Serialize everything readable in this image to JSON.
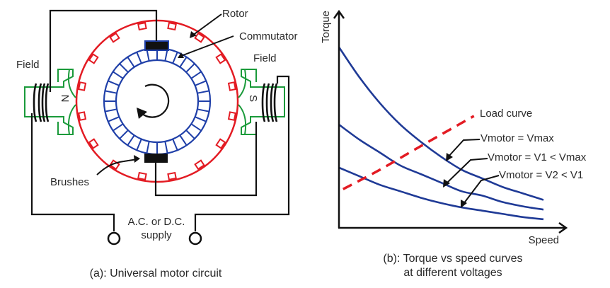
{
  "panel_a": {
    "caption": "(a):  Universal motor circuit",
    "labels": {
      "rotor": "Rotor",
      "commutator": "Commutator",
      "field_left": "Field",
      "field_right": "Field",
      "brushes": "Brushes",
      "pole_north": "N",
      "pole_south": "S",
      "supply_line1": "A.C. or D.C.",
      "supply_line2": "supply"
    },
    "icons": [
      "rotation-arrow-icon",
      "supply-terminal-icon"
    ],
    "colors": {
      "rotor": "#e31b23",
      "commutator": "#1f3fa8",
      "field_pole": "#1a9a3a",
      "wire": "#111111"
    },
    "counts": {
      "rotor_slots": 16,
      "commutator_segments": 32,
      "coil_turns": 4
    }
  },
  "panel_b": {
    "caption_line1": "(b):  Torque vs speed curves",
    "caption_line2": "at different voltages",
    "annotations": {
      "load": "Load curve",
      "vmax": "Vmotor = Vmax",
      "v1": "Vmotor = V1 < Vmax",
      "v2": "Vmotor = V2 < V1"
    }
  },
  "chart_data": {
    "type": "line",
    "title": "Torque vs speed curves at different voltages",
    "xlabel": "Speed",
    "ylabel": "Torque",
    "xlim": [
      0,
      1
    ],
    "ylim": [
      0,
      1
    ],
    "grid": false,
    "legend": "none (direct annotations, right)",
    "units": "normalized (no tick labels shown)",
    "series": [
      {
        "name": "Vmotor = Vmax",
        "style": "solid",
        "color": "#1f3a96",
        "x": [
          0,
          0.1,
          0.2,
          0.3,
          0.4,
          0.5,
          0.6,
          0.7,
          0.8,
          0.9,
          1.0
        ],
        "y": [
          0.84,
          0.7,
          0.58,
          0.48,
          0.4,
          0.33,
          0.27,
          0.23,
          0.19,
          0.16,
          0.13
        ]
      },
      {
        "name": "Vmotor = V1 < Vmax",
        "style": "solid",
        "color": "#1f3a96",
        "x": [
          0,
          0.1,
          0.2,
          0.3,
          0.4,
          0.5,
          0.6,
          0.7,
          0.8,
          0.9,
          1.0
        ],
        "y": [
          0.48,
          0.41,
          0.35,
          0.29,
          0.25,
          0.21,
          0.17,
          0.15,
          0.12,
          0.1,
          0.085
        ]
      },
      {
        "name": "Vmotor = V2 < V1",
        "style": "solid",
        "color": "#1f3a96",
        "x": [
          0,
          0.1,
          0.2,
          0.3,
          0.4,
          0.5,
          0.6,
          0.7,
          0.8,
          0.9,
          1.0
        ],
        "y": [
          0.28,
          0.24,
          0.2,
          0.17,
          0.14,
          0.115,
          0.095,
          0.08,
          0.065,
          0.05,
          0.04
        ]
      },
      {
        "name": "Load curve",
        "style": "dashed",
        "color": "#e31b23",
        "x": [
          0.02,
          0.2,
          0.4,
          0.66
        ],
        "y": [
          0.18,
          0.27,
          0.38,
          0.52
        ]
      }
    ]
  }
}
